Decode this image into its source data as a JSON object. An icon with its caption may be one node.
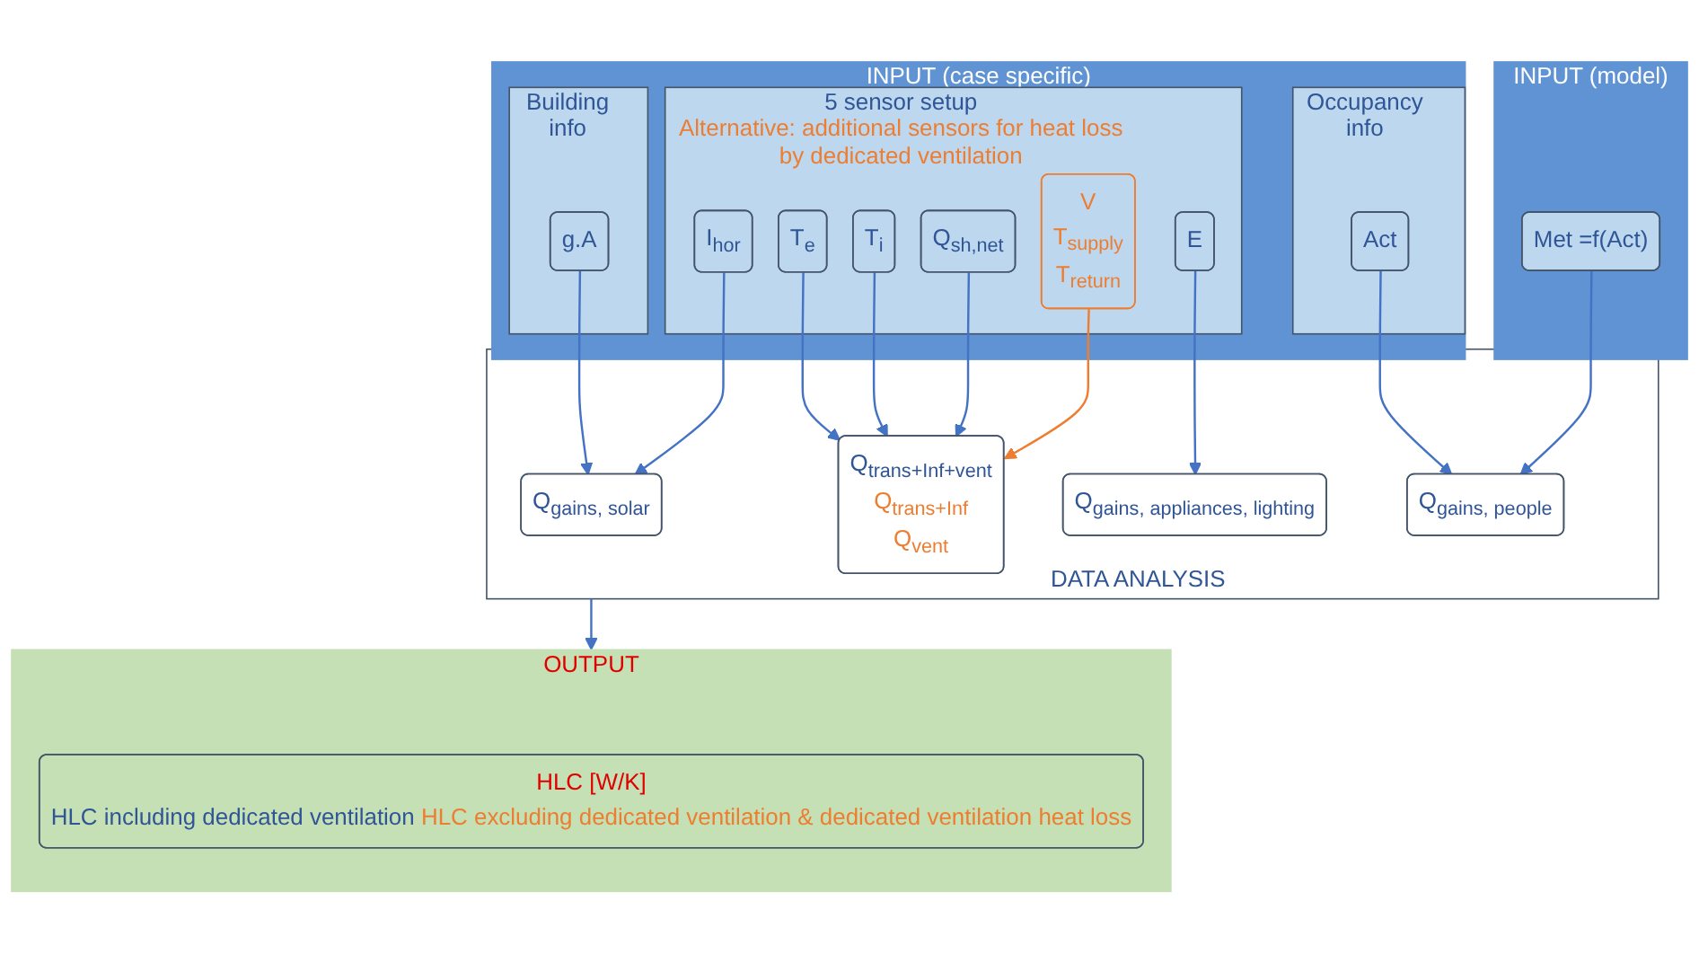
{
  "diagram": {
    "nodes": [
      {
        "text": [
          "INPUT (case specific)"
        ]
      },
      {
        "text": [
          "Building info"
        ],
        "in": 0
      },
      {
        "text": [
          "g.A"
        ],
        "in": 1
      },
      {
        "text": [
          "5 sensor setup",
          "Alternative: additional sensors for heat loss by dedicated ventilation"
        ],
        "in": 0
      },
      {
        "text": [
          "I$_{hor}$"
        ],
        "in": 3
      },
      {
        "text": [
          "T$_{e}$"
        ],
        "in": 3
      },
      {
        "text": [
          "T$_{i}$"
        ],
        "in": 3
      },
      {
        "text": [
          "Q$_{sh,net}$"
        ],
        "in": 3
      },
      {
        "text": [
          "V",
          "T$_{supply}$",
          "T$_{return}$"
        ],
        "in": 3
      },
      {
        "text": [
          "E"
        ],
        "in": 3
      },
      {
        "text": [
          "Occupancy info"
        ],
        "in": 0
      },
      {
        "text": [
          "Act"
        ],
        "in": 10
      },
      {
        "text": [
          "INPUT (model)"
        ]
      },
      {
        "text": [
          "Met =f(Act)"
        ],
        "in": 12
      },
      {
        "text": [
          "DATA ANALYSIS"
        ]
      },
      {
        "text": [
          "Q$_{gains, solar}$"
        ],
        "in": 14
      },
      {
        "text": [
          "Q$_{trans+Inf+vent}$",
          "Q$_{trans+Inf}$",
          "Q$_{vent}$"
        ],
        "in": 14
      },
      {
        "text": [
          "Q$_{gains, appliances, lighting}$"
        ],
        "in": 14
      },
      {
        "text": [
          "Q$_{gains, people}$"
        ],
        "in": 14
      },
      {
        "text": [
          "OUTPUT"
        ]
      },
      {
        "text": [
          "HLC [W/K]",
          "HLC including dedicated ventilation",
          "HLC excluding dedicated ventilation & dedicated ventilation heat loss"
        ],
        "in": 19
      }
    ],
    "edges": [
      {
        "from": 2,
        "to": 15,
        "arrow": "to"
      },
      {
        "from": 4,
        "to": 15,
        "arrow": "to"
      },
      {
        "from": 5,
        "to": 16,
        "arrow": "to"
      },
      {
        "from": 6,
        "to": 16,
        "arrow": "to"
      },
      {
        "from": 7,
        "to": 16,
        "arrow": "to"
      },
      {
        "from": 8,
        "to": 16,
        "arrow": "to",
        "color": "#ed7d31"
      },
      {
        "from": 9,
        "to": 17,
        "arrow": "to"
      },
      {
        "from": 11,
        "to": 18,
        "arrow": "to"
      },
      {
        "from": 13,
        "to": 18,
        "arrow": "to"
      },
      {
        "from": 14,
        "to": 19,
        "arrow": "to"
      }
    ]
  }
}
